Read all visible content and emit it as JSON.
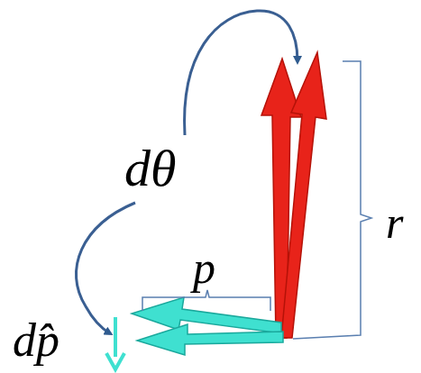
{
  "diagram": {
    "labels": [
      "dθ",
      "p",
      "r",
      "dp̂"
    ]
  }
}
